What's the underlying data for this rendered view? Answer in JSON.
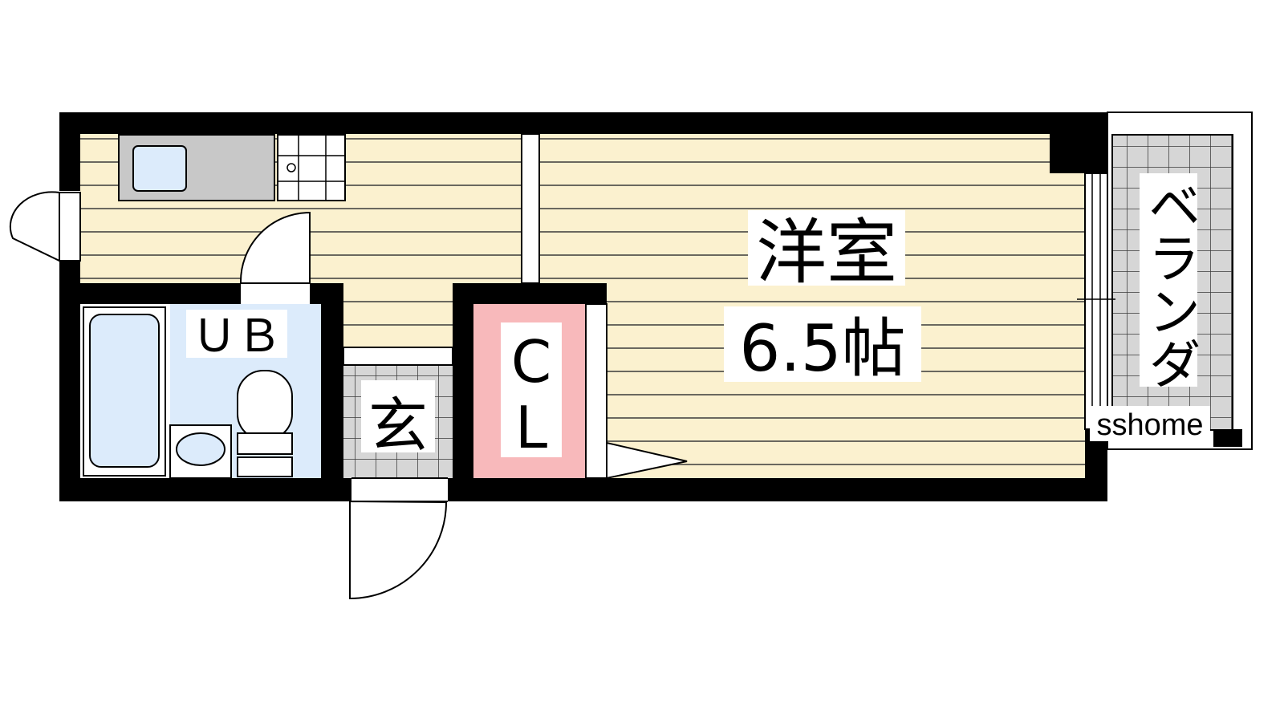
{
  "rooms": {
    "western": {
      "name": "洋室",
      "size": "6.5帖"
    },
    "bath": "ＵＢ",
    "entrance": "玄",
    "closet": {
      "line1": "C",
      "line2": "L"
    },
    "balcony": "ベランダ"
  },
  "watermark": "sshome",
  "colors": {
    "floor": "#fbf1cf",
    "floor_line": "#3a3a3a",
    "wall": "#000000",
    "bath": "#dcebfb",
    "closet": "#f8b9bb",
    "tile": "#d6d6d6",
    "kitchen": "#c8c8c8"
  }
}
